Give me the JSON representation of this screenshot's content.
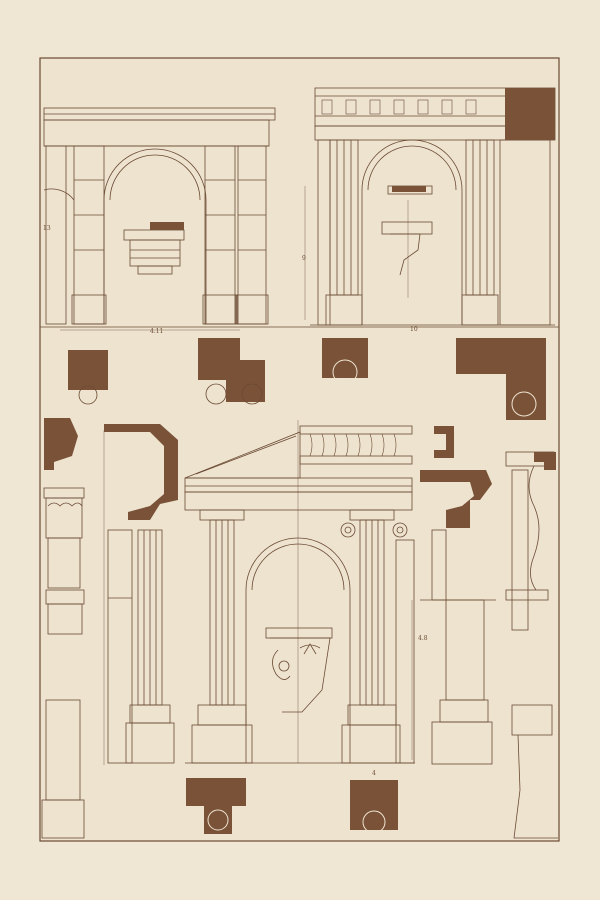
{
  "colors": {
    "paper": "#efe6d3",
    "plate": "#ede3cf",
    "ink": "#6b4a33",
    "wash": "#7a5238"
  },
  "plate": {
    "dimensions": {
      "top_left_width": "4.11",
      "top_right_width": "10",
      "bottom_center_width": "4",
      "top_left_side": "13",
      "top_right_side": "9",
      "bottom_center_side": "4.8"
    }
  }
}
